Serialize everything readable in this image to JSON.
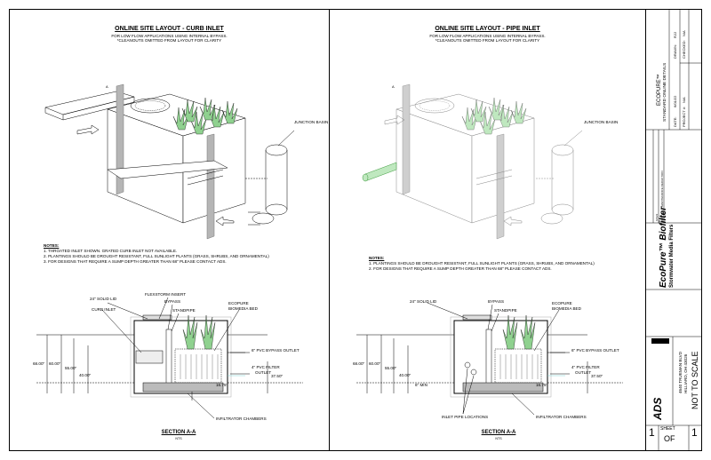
{
  "left": {
    "title": "ONLINE SITE LAYOUT - CURB INLET",
    "sub1": "FOR LOW FLOW APPLICATIONS USING INTERNAL BYPASS.",
    "sub2": "*CLEANOUTS OMITTED FROM LAYOUT FOR CLARITY",
    "junction": "JUNCTION BASIN",
    "section_mark": "A",
    "notes_title": "NOTES:",
    "notes": [
      "1.   THROATED INLET SHOWN. GRATED CURB INLET NOT AVAILABLE.",
      "2.   PLANTINGS SHOULD BE DROUGHT RESISTANT, FULL SUNLIGHT PLANTS (GRASS, SHRUBS, AND ORNAMENTAL)",
      "3.   FOR DESIGNS THAT REQUIRE A SUMP DEPTH GREATER THAN 68\" PLEASE CONTACT ADS."
    ],
    "labels": {
      "flexstorm": "FLEXSTORM INSERT",
      "lid": "24\" SOLID LID",
      "bypass": "BYPASS",
      "curb": "CURB INLET",
      "standpipe": "STANDPIPE",
      "biomedia1": "ECOPURE",
      "biomedia2": "BIOMEDIA BED",
      "outlet6": "6\" PVC BYPASS OUTLET",
      "filter1": "4\" PVC FILTER",
      "filter2": "OUTLET",
      "d68": "68.00\"",
      "d60": "60.00\"",
      "d55": "55.00\"",
      "d40": "40.00\"",
      "d375": "37.50\"",
      "d1675": "16.75\"",
      "chambers": "INFILTRATOR CHAMBERS"
    },
    "section": "SECTION A-A",
    "nts": "NTS"
  },
  "right": {
    "title": "ONLINE SITE LAYOUT - PIPE INLET",
    "sub1": "FOR LOW FLOW APPLICATIONS USING INTERNAL BYPASS.",
    "sub2": "*CLEANOUTS OMITTED FROM LAYOUT FOR CLARITY",
    "junction": "JUNCTION BASIN",
    "section_mark": "A",
    "notes_title": "NOTES:",
    "notes": [
      "1.   PLANTINGS SHOULD BE DROUGHT RESISTANT, FULL SUNLIGHT PLANTS (GRASS, SHRUBS, AND ORNAMENTAL)",
      "2.   FOR DESIGNS THAT REQUIRE A SUMP DEPTH GREATER THAN 68\" PLEASE CONTACT ADS."
    ],
    "labels": {
      "lid": "24\" SOLID LID",
      "bypass": "BYPASS",
      "standpipe": "STANDPIPE",
      "biomedia1": "ECOPURE",
      "biomedia2": "BIOMEDIA BED",
      "outlet6": "6\" PVC BYPASS OUTLET",
      "filter1": "4\" PVC FILTER",
      "filter2": "OUTLET",
      "d68": "68.00\"",
      "d60": "60.00\"",
      "d55": "55.00\"",
      "d40": "40.00\"",
      "dmin": "6\" MIN",
      "d375": "37.50\"",
      "d1675": "16.75\"",
      "inlet": "INLET PIPE LOCATIONS",
      "chambers": "INFILTRATOR CHAMBERS"
    },
    "section": "SECTION A-A",
    "nts": "NTS"
  },
  "titleblock": {
    "product": "ECOPURE™",
    "details": "STANDARD ONLINE DETAILS",
    "date_label": "DATE:",
    "date": "6/01/22",
    "drawn_label": "DRAWN:",
    "drawn": "RJJ",
    "project_label": "PROJECT #:",
    "project": "N/A",
    "checked_label": "CHECKED:",
    "checked": "N/A",
    "rev_note": "MAINTENANCE REDUCTION",
    "rev_by": "RJJ",
    "rev_date": "6/1/22",
    "brand": "EcoPure™ Biofilter",
    "brand_sub": "Stormwater Media Filters",
    "address1": "4640 TRUEMAN BLVD",
    "address2": "HILLIARD, OH 43026",
    "not_to_scale": "NOT TO SCALE",
    "logo": "ADS",
    "sheet_label": "SHEET",
    "sheet": "1",
    "of": "OF",
    "total": "1"
  },
  "colors": {
    "line": "#000000",
    "faint": "#888888",
    "green": "#8fd18f",
    "cyan": "#7fd6d6"
  }
}
